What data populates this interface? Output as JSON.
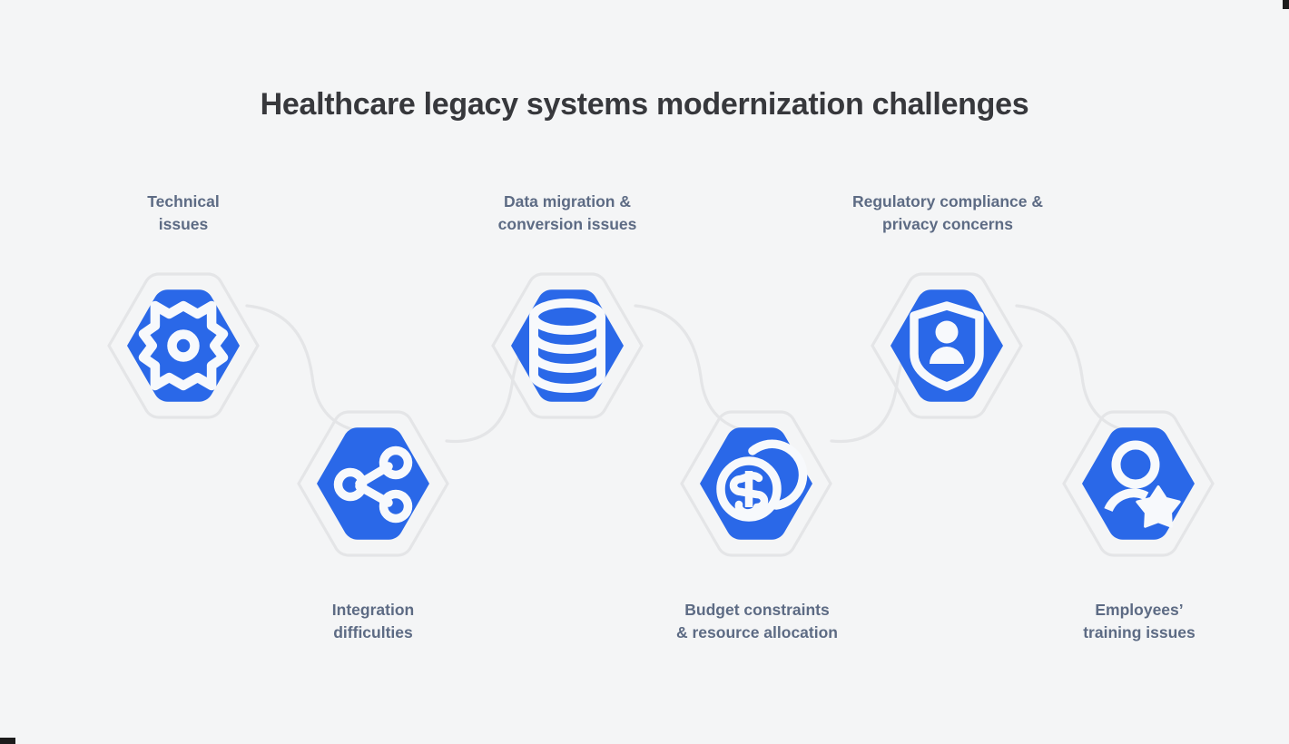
{
  "page": {
    "title": "Healthcare legacy systems modernization challenges",
    "background_color": "#f4f5f6",
    "accent_color": "#2a68e8",
    "outline_color": "#e4e5e7",
    "title_color": "#37383c",
    "label_color": "#5d6b84"
  },
  "nodes": [
    {
      "id": "technical-issues",
      "label": "Technical\nissues",
      "icon": "gear-icon",
      "row": "top",
      "order": 1
    },
    {
      "id": "integration-difficulties",
      "label": "Integration\ndifficulties",
      "icon": "share-nodes-icon",
      "row": "bottom",
      "order": 2
    },
    {
      "id": "data-migration",
      "label": "Data migration &\nconversion issues",
      "icon": "database-icon",
      "row": "top",
      "order": 3
    },
    {
      "id": "budget-constraints",
      "label": "Budget constraints\n& resource allocation",
      "icon": "coins-dollar-icon",
      "row": "bottom",
      "order": 4
    },
    {
      "id": "regulatory-compliance",
      "label": "Regulatory compliance &\nprivacy concerns",
      "icon": "shield-person-icon",
      "row": "top",
      "order": 5
    },
    {
      "id": "employees-training",
      "label": "Employees’\ntraining issues",
      "icon": "person-star-icon",
      "row": "bottom",
      "order": 6
    }
  ]
}
